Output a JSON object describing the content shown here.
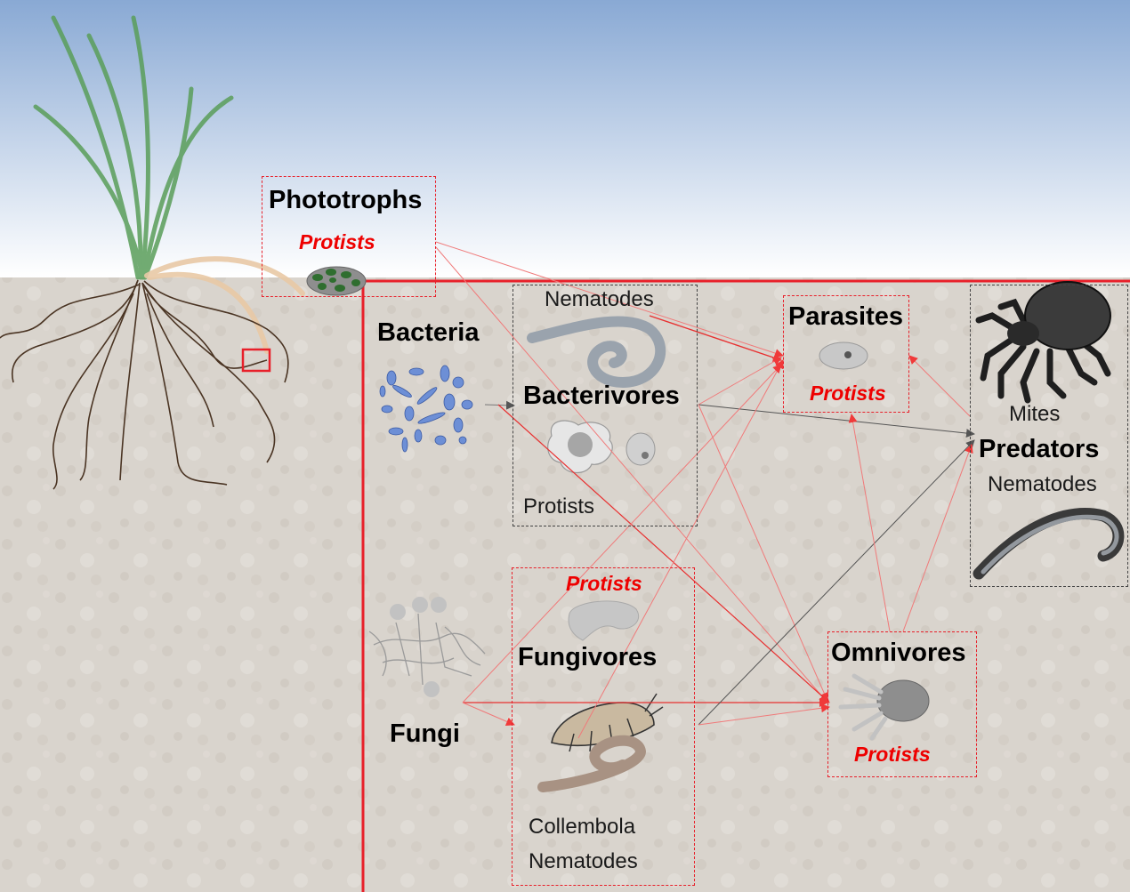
{
  "labels": {
    "phototrophs": "Phototrophs",
    "phototrophs_protists": "Protists",
    "bacteria": "Bacteria",
    "bacterivores_nematodes": "Nematodes",
    "bacterivores": "Bacterivores",
    "bacterivores_protists": "Protists",
    "parasites": "Parasites",
    "parasites_protists": "Protists",
    "mites": "Mites",
    "predators": "Predators",
    "predators_nematodes": "Nematodes",
    "fungivores_protists": "Protists",
    "fungivores": "Fungivores",
    "fungi": "Fungi",
    "collembola": "Collembola",
    "fungivores_nematodes": "Nematodes",
    "omnivores": "Omnivores",
    "omnivores_protists": "Protists"
  },
  "colors": {
    "sky_top": "#89a9d4",
    "sky_bottom": "#ffffff",
    "soil": "#d8d3cc",
    "accent_red": "#e8202a",
    "protist_label": "#ee0000",
    "arrow_grey": "#555555"
  },
  "icons": {
    "plant": "grass-plant-icon",
    "algae": "algae-protist-icon",
    "bacteria": "bacteria-cluster-icon",
    "bacterivore_nematode": "coiled-nematode-icon",
    "amoeba": "amoeba-protist-icon",
    "flagellate": "flagellate-protist-icon",
    "parasite": "parasite-protist-icon",
    "mite": "mite-icon",
    "predator_nematode": "predatory-nematode-icon",
    "fungal_protist": "fungal-protist-icon",
    "fungi": "fungal-hyphae-icon",
    "collembola": "collembola-icon",
    "fungivore_nematode": "coiled-nematode-icon",
    "omnivore": "omnivore-protist-icon"
  }
}
